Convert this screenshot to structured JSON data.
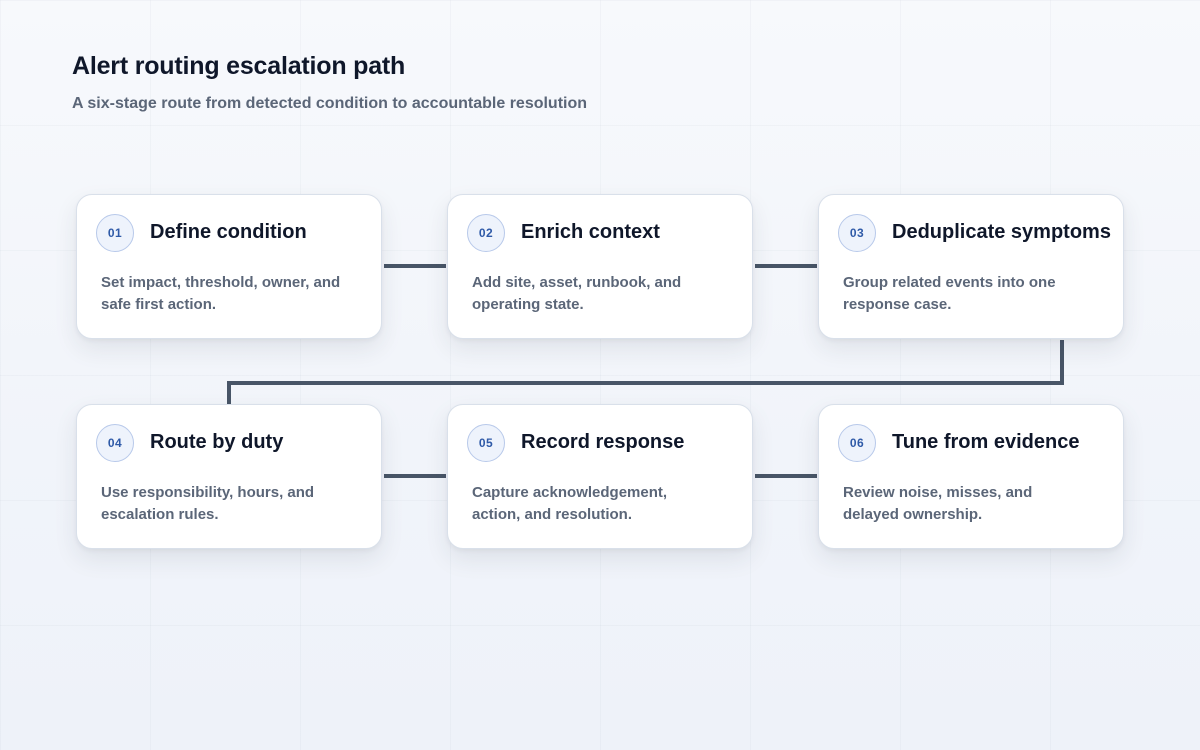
{
  "title": "Alert routing escalation path",
  "subtitle": "A six-stage route from detected condition to accountable resolution",
  "stages": [
    {
      "number": "01",
      "title": "Define condition",
      "description": "Set impact, threshold, owner, and safe first action."
    },
    {
      "number": "02",
      "title": "Enrich context",
      "description": "Add site, asset, runbook, and operating state."
    },
    {
      "number": "03",
      "title": "Deduplicate symptoms",
      "description": "Group related events into one response case."
    },
    {
      "number": "04",
      "title": "Route by duty",
      "description": "Use responsibility, hours, and escalation rules."
    },
    {
      "number": "05",
      "title": "Record response",
      "description": "Capture acknowledgement, action, and resolution."
    },
    {
      "number": "06",
      "title": "Tune from evidence",
      "description": "Review noise, misses, and delayed ownership."
    }
  ],
  "colors": {
    "connector": "#485567",
    "badge_text": "#2f5aa8",
    "badge_border": "#b8c9ea",
    "title_text": "#0f172a",
    "muted_text": "#5b6678"
  }
}
